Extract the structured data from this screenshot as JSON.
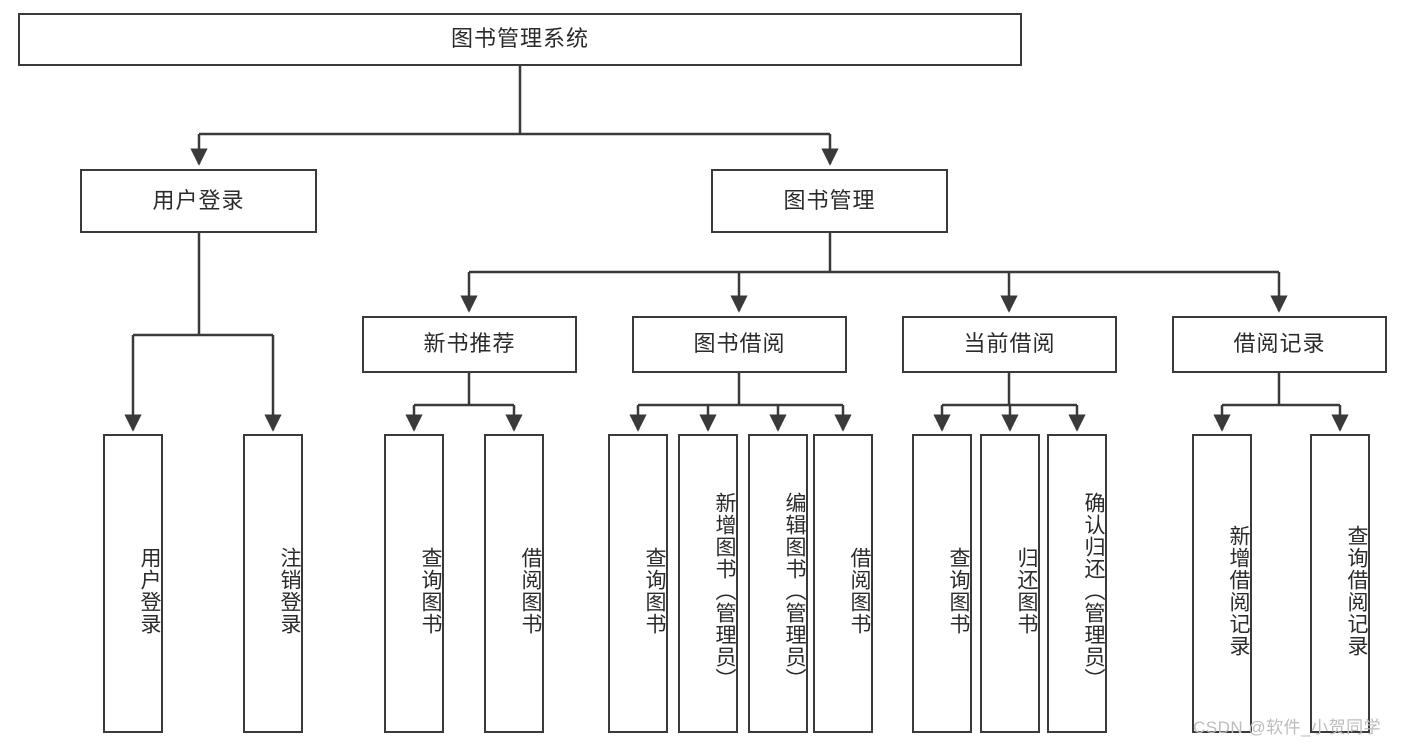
{
  "diagram": {
    "type": "tree-hierarchy-chart",
    "title": "图书管理系统",
    "colors": {
      "stroke": "#3a3a3a",
      "fill": "#ffffff",
      "text": "#2b2b2b",
      "watermark": "#bdbdbd"
    },
    "root": {
      "label": "图书管理系统"
    },
    "level2": [
      {
        "label": "用户登录"
      },
      {
        "label": "图书管理"
      }
    ],
    "level3": [
      {
        "label": "新书推荐"
      },
      {
        "label": "图书借阅"
      },
      {
        "label": "当前借阅"
      },
      {
        "label": "借阅记录"
      }
    ],
    "leaves": {
      "user_login": [
        {
          "label": "用户登录"
        },
        {
          "label": "注销登录"
        }
      ],
      "new_book_recommend": [
        {
          "label": "查询图书"
        },
        {
          "label": "借阅图书"
        }
      ],
      "book_borrow": [
        {
          "label": "查询图书"
        },
        {
          "label": "新增图书（管理员）"
        },
        {
          "label": "编辑图书（管理员）"
        },
        {
          "label": "借阅图书"
        }
      ],
      "current_borrow": [
        {
          "label": "查询图书"
        },
        {
          "label": "归还图书"
        },
        {
          "label": "确认归还（管理员）"
        }
      ],
      "borrow_record": [
        {
          "label": "新增借阅记录"
        },
        {
          "label": "查询借阅记录"
        }
      ]
    },
    "watermark": "CSDN @软件_小贺同学"
  }
}
